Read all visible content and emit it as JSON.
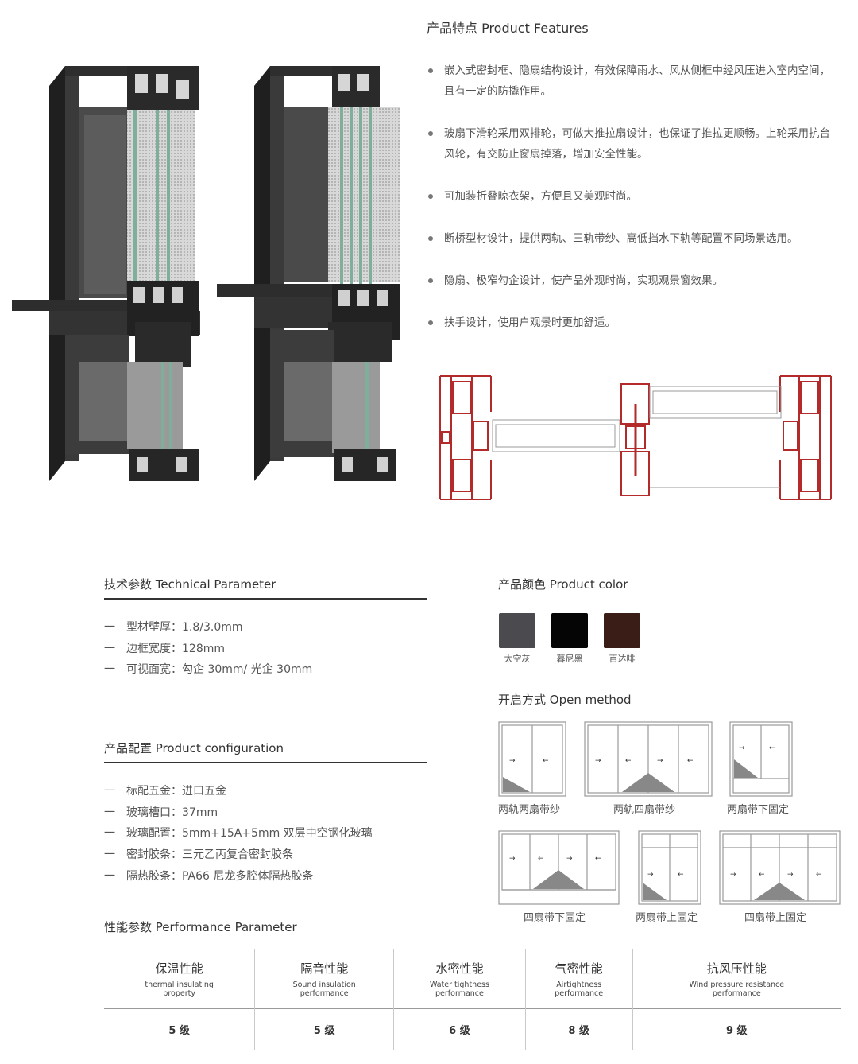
{
  "features": {
    "title": "产品特点 Product Features",
    "items": [
      "嵌入式密封框、隐扇结构设计，有效保障雨水、风从侧框中经风压进入室内空间，且有一定的防撬作用。",
      "玻扇下滑轮采用双排轮，可做大推拉扇设计，也保证了推拉更顺畅。上轮采用抗台风轮，有交防止窗扇掉落，增加安全性能。",
      "可加装折叠晾衣架，方便且又美观时尚。",
      "断桥型材设计，提供两轨、三轨带纱、高低挡水下轨等配置不同场景选用。",
      "隐扇、极窄勾企设计，使产品外观时尚，实现观景窗效果。",
      "扶手设计，使用户观景时更加舒适。"
    ]
  },
  "technical": {
    "title": "技术参数  Technical Parameter",
    "items": [
      "型材壁厚：1.8/3.0mm",
      "边框宽度：128mm",
      "可视面宽：勾企 30mm/ 光企 30mm"
    ]
  },
  "configuration": {
    "title": "产品配置  Product configuration",
    "items": [
      "标配五金：进口五金",
      "玻璃槽口：37mm",
      "玻璃配置：5mm+15A+5mm 双层中空钢化玻璃",
      "密封胶条：三元乙丙复合密封胶条",
      "隔热胶条：PA66 尼龙多腔体隔热胶条"
    ]
  },
  "dash": "一",
  "color": {
    "title": "产品颜色 Product color",
    "swatches": [
      {
        "name": "太空灰",
        "hex": "#4a4a4f"
      },
      {
        "name": "暮尼黑",
        "hex": "#050505"
      },
      {
        "name": "百达啡",
        "hex": "#3a1d17"
      }
    ]
  },
  "open_method": {
    "title": "开启方式 Open method",
    "items": [
      "两轨两扇带纱",
      "两轨四扇带纱",
      "两扇带下固定",
      "四扇带下固定",
      "两扇带上固定",
      "四扇带上固定"
    ]
  },
  "performance": {
    "title": "性能参数  Performance Parameter",
    "columns": [
      {
        "cn": "保温性能",
        "en1": "thermal insulating",
        "en2": "property",
        "value": "5 级"
      },
      {
        "cn": "隔音性能",
        "en1": "Sound insulation",
        "en2": "performance",
        "value": "5 级"
      },
      {
        "cn": "水密性能",
        "en1": "Water tightness",
        "en2": "performance",
        "value": "6 级"
      },
      {
        "cn": "气密性能",
        "en1": "Airtightness",
        "en2": "performance",
        "value": "8 级"
      },
      {
        "cn": "抗风压性能",
        "en1": "Wind pressure resistance",
        "en2": "performance",
        "value": "9 级"
      }
    ]
  },
  "colors": {
    "frame_dark": "#2b2b2b",
    "frame_mid": "#444444",
    "section_red": "#b22a2a",
    "rule": "#333333"
  }
}
